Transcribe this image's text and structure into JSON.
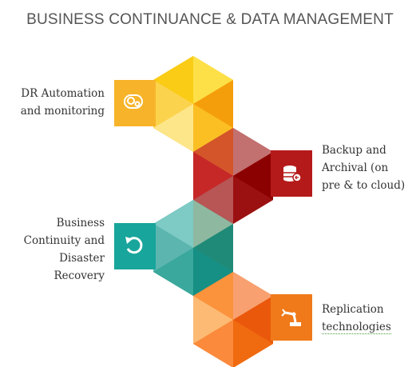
{
  "title": "BUSINESS CONTINUANCE & DATA MANAGEMENT",
  "items": [
    {
      "lines": [
        "DR Automation",
        "and monitoring"
      ],
      "icon": "gear-automation-icon",
      "color": "#f6b020"
    },
    {
      "lines": [
        "Backup and",
        "Archival (on",
        "pre & to cloud)"
      ],
      "icon": "database-backup-icon",
      "color": "#b51a1a"
    },
    {
      "lines": [
        "Business",
        "Continuity and",
        "Disaster",
        "Recovery"
      ],
      "icon": "undo-arrow-icon",
      "color": "#1aa39a"
    },
    {
      "lines": [
        "Replication",
        "technologies"
      ],
      "icon": "robot-arm-icon",
      "color": "#f07a1a"
    }
  ]
}
